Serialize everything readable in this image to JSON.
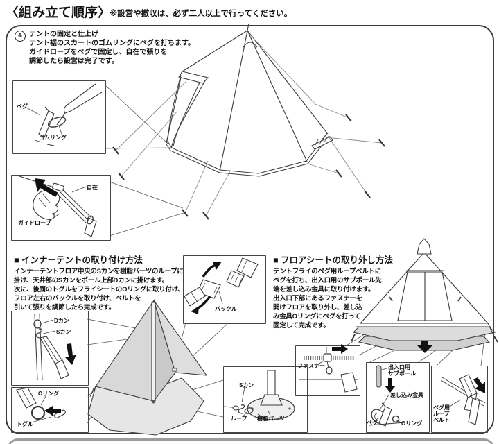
{
  "header": {
    "title": "〈組み立て順序〉",
    "note": "※設営や撤収は、必ず二人以上で行ってください。"
  },
  "step4": {
    "number": "4",
    "title": "テントの固定と仕上げ",
    "lines": [
      "テント裾のスカートのゴムリングにペグを打ちます。",
      "ガイドロープをペグで固定し、自在で張りを",
      "調節したら設営は完了です。"
    ]
  },
  "sections": {
    "inner_tent": {
      "title": "■ インナーテントの取り付け方法",
      "lines": [
        "インナーテントフロア中央のSカンを樹脂パーツのループに",
        "掛け、天井部のSカンをポール上部Dカンに掛けます。",
        "次に、後面のトグルをフライシートのOリングに取り付け、",
        "フロア左右のバックルを取り付け、ベルトを",
        "引いて張りを調節したら完成です。"
      ]
    },
    "floor_sheet": {
      "title": "■ フロアシートの取り外し方法",
      "lines": [
        "テントフライのペグ用ループベルトに",
        "ペグを打ち、出入口用のサブポール先",
        "端を差し込み金具に取り付けます。",
        "出入口下部にあるファスナーを",
        "開けフロアを取り外し、差し込",
        "み金具Oリングにペグを打って",
        "固定して完成です。"
      ]
    }
  },
  "labels": {
    "peg1": "ペグ",
    "rubber_ring": "ゴムリング",
    "jizai": "自在",
    "guide_rope": "ガイドロープ",
    "d_kan": "Dカン",
    "s_kan": "Sカン",
    "o_ring1": "Oリング",
    "toggle": "トグル",
    "buckle": "バックル",
    "s_kan2": "Sカン",
    "loop": "ループ",
    "resin_parts": "樹脂パーツ",
    "fastener": "ファスナー",
    "sub_pole_l1": "出入口用",
    "sub_pole_l2": "サブポール",
    "insert_fitting": "差し込み金具",
    "peg2": "ペグ",
    "o_ring2": "Oリング",
    "peg_belt_l1": "ペグ用",
    "peg_belt_l2": "ループ",
    "peg_belt_l3": "ベルト"
  },
  "colors": {
    "line": "#3a3a3a",
    "rope": "#8a8a8a",
    "arrow": "#111111",
    "panel_border": "#3b3b3b",
    "next_panel_border": "#9c9c9c",
    "gray_fill_light": "#e6e6e6",
    "gray_fill_mid": "#d8d8d8",
    "gray_fill_dark": "#c9c9c9"
  }
}
